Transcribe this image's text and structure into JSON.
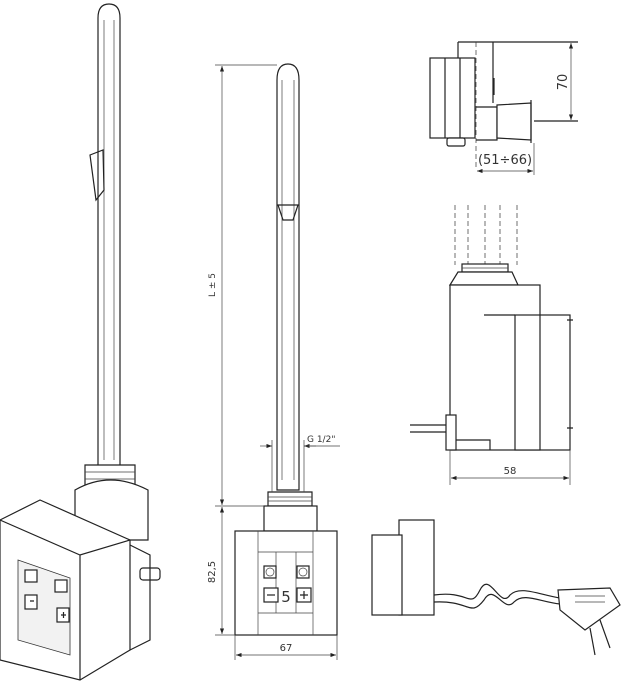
{
  "dimensions": {
    "length": "L ± 5",
    "thread": "G 1/2\"",
    "height": "82,5",
    "width": "67",
    "wall_height": "70",
    "wall_distance": "(51÷66)",
    "depth": "58"
  },
  "display": {
    "digit": "5"
  }
}
